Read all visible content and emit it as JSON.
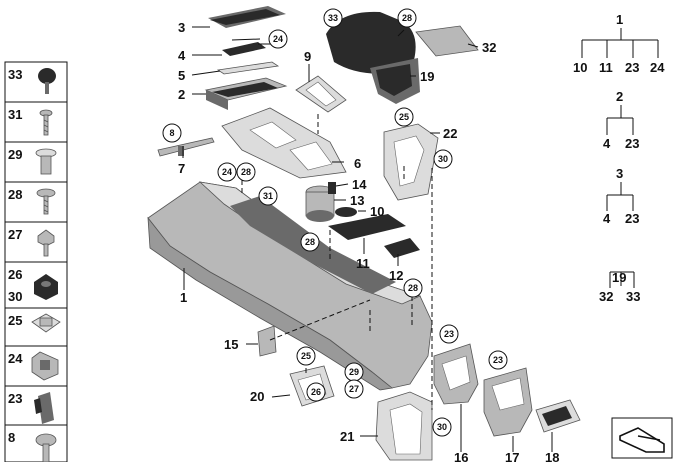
{
  "side_panel": {
    "items": [
      {
        "label": "33",
        "icon": "knob-icon"
      },
      {
        "label": "31",
        "icon": "screw-icon"
      },
      {
        "label": "29",
        "icon": "expanding-rivet-icon"
      },
      {
        "label": "28",
        "icon": "washer-screw-icon"
      },
      {
        "label": "27",
        "icon": "flange-screw-icon"
      },
      {
        "label": "26",
        "label2": "30",
        "icon": "hex-nut-icon"
      },
      {
        "label": "25",
        "icon": "clip-nut-icon"
      },
      {
        "label": "24",
        "icon": "spring-clip-icon"
      },
      {
        "label": "23",
        "icon": "push-clip-icon"
      },
      {
        "label": "8",
        "icon": "bolt-icon"
      }
    ]
  },
  "trees": [
    {
      "parent": "1",
      "children": [
        "10",
        "11",
        "23",
        "24"
      ]
    },
    {
      "parent": "2",
      "children": [
        "4",
        "23"
      ]
    },
    {
      "parent": "3",
      "children": [
        "4",
        "23"
      ]
    },
    {
      "parent": "19",
      "children": [
        "32",
        "33"
      ]
    }
  ],
  "callouts": {
    "c1": "1",
    "c2": "2",
    "c3": "3",
    "c4": "4",
    "c5": "5",
    "c6": "6",
    "c7": "7",
    "c9": "9",
    "c10": "10",
    "c11": "11",
    "c12": "12",
    "c13": "13",
    "c14": "14",
    "c15": "15",
    "c16": "16",
    "c17": "17",
    "c18": "18",
    "c19": "19",
    "c20": "20",
    "c21": "21",
    "c22": "22",
    "c32": "32"
  },
  "circles": {
    "k8": "8",
    "k23a": "23",
    "k23b": "23",
    "k24a": "24",
    "k24b": "24",
    "k25a": "25",
    "k25b": "25",
    "k26": "26",
    "k27": "27",
    "k28a": "28",
    "k28b": "28",
    "k28c": "28",
    "k28d": "28",
    "k29": "29",
    "k30a": "30",
    "k30b": "30",
    "k31": "31",
    "k33": "33"
  }
}
